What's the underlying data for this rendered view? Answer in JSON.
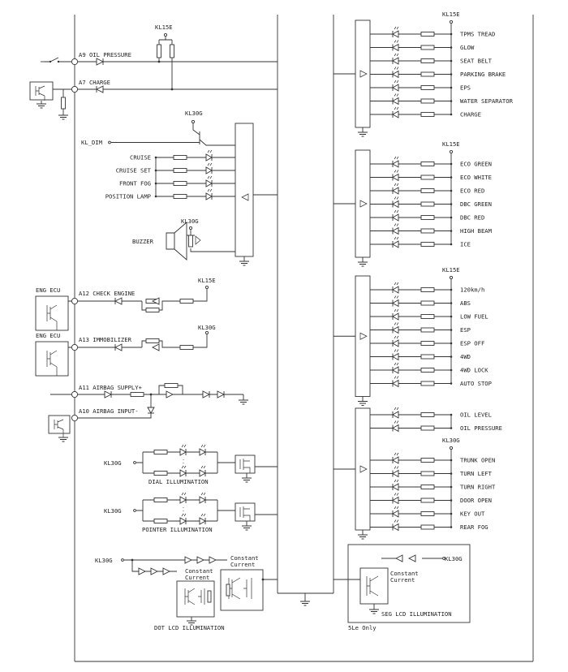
{
  "left_pins": {
    "a9": "A9 OIL PRESSURE",
    "a7": "A7 CHARGE",
    "a12": "A12 CHECK ENGINE",
    "a13": "A13 IMMOBILIZER",
    "a11": "A11 AIRBAG SUPPLY+",
    "a10": "A10 AIRBAG INPUT-"
  },
  "supply": {
    "kl15e": "KL15E",
    "kl30g": "KL30G"
  },
  "kl_dim": "KL_DIM",
  "eng_ecu": "ENG ECU",
  "middle_lamps": [
    "CRUISE",
    "CRUISE SET",
    "FRONT FOG",
    "POSITION LAMP"
  ],
  "buzzer": "BUZZER",
  "illumination": {
    "dial": "DIAL ILLUMINATION",
    "pointer": "POINTER ILLUMINATION",
    "dot_lcd": "DOT LCD ILLUMINATION",
    "seg_lcd": "SEG LCD ILLUMINATION"
  },
  "constant_current": [
    "Constant",
    "Current"
  ],
  "note": "5Le Only",
  "right_groups": [
    {
      "supply": "KL15E",
      "lamps": [
        "TPMS TREAD",
        "GLOW",
        "SEAT BELT",
        "PARKING BRAKE",
        "EPS",
        "WATER SEPARATOR",
        "CHARGE"
      ]
    },
    {
      "supply": "KL15E",
      "lamps": [
        "ECO GREEN",
        "ECO WHITE",
        "ECO RED",
        "DBC GREEN",
        "DBC RED",
        "HIGH BEAM",
        "ICE"
      ]
    },
    {
      "supply": "KL15E",
      "lamps": [
        "120km/h",
        "ABS",
        "LOW FUEL",
        "ESP",
        "ESP OFF",
        "4WD",
        "4WD LOCK",
        "AUTO STOP"
      ]
    },
    {
      "supply": "",
      "lamps": [
        "OIL LEVEL",
        "OIL PRESSURE"
      ]
    },
    {
      "supply": "KL30G",
      "lamps": [
        "TRUNK OPEN",
        "TURN LEFT",
        "TURN RIGHT",
        "DOOR OPEN",
        "KEY OUT",
        "REAR FOG"
      ]
    }
  ]
}
